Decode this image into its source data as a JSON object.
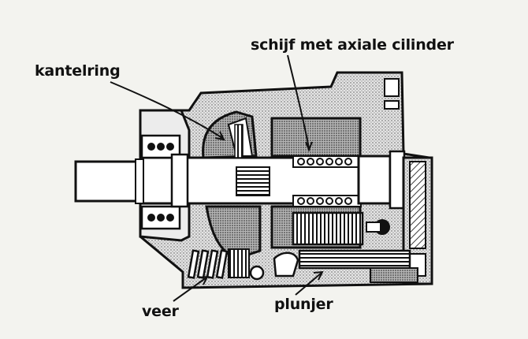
{
  "labels": {
    "schijf": "schijf met axiale cilinder",
    "kantelring": "kantelring",
    "veer": "veer",
    "plunjer": "plunjer"
  },
  "colors": {
    "paper": "#f3f3ef",
    "ink": "#111111",
    "stipple": "#9a9a9a",
    "light_fill": "#dcdcdc"
  }
}
